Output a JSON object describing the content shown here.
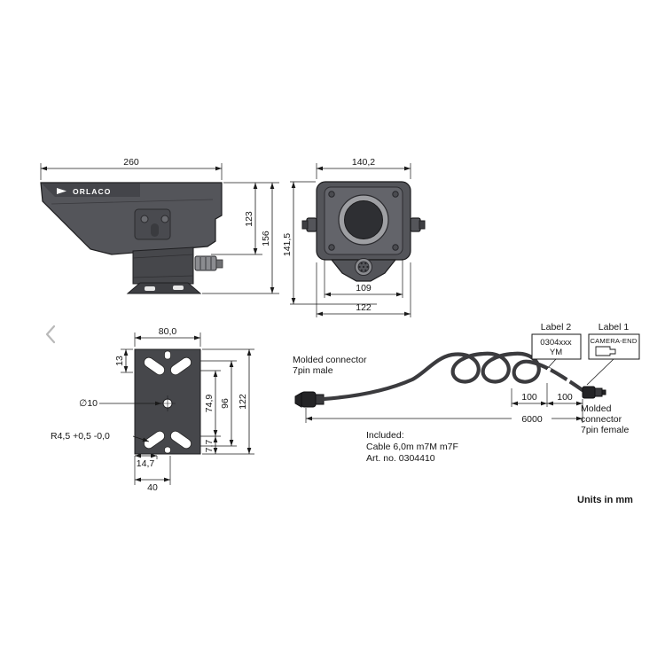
{
  "page": {
    "units_note": "Units in mm"
  },
  "side_view": {
    "brand": "ORLACO",
    "dim_width": "260",
    "dim_h_body": "123",
    "dim_h_total": "156"
  },
  "front_view": {
    "dim_width_top": "140,2",
    "dim_height": "141,5",
    "dim_lens": "109",
    "dim_width_bottom": "122"
  },
  "plate_view": {
    "dim_width": "80,0",
    "dim_13": "13",
    "hole_label": "∅10",
    "radius_label": "R4,5 +0,5 -0,0",
    "dim_74_9": "74,9",
    "dim_96": "96",
    "dim_122": "122",
    "dim_7_7": "7,7",
    "dim_14_7": "14,7",
    "dim_40": "40"
  },
  "cable": {
    "male_connector_line1": "Molded connector",
    "male_connector_line2": "7pin male",
    "female_connector_line1": "Molded",
    "female_connector_line2": "connector",
    "female_connector_line3": "7pin female",
    "length": "6000",
    "dim_100_left": "100",
    "dim_100_right": "100",
    "label2_title": "Label 2",
    "label2_line1": "0304xxx",
    "label2_line2": "YM",
    "label1_title": "Label 1",
    "label1_text": "CAMERA-END",
    "included_line1": "Included:",
    "included_line2": "Cable 6,0m m7M m7F",
    "included_line3": "Art. no. 0304410"
  }
}
